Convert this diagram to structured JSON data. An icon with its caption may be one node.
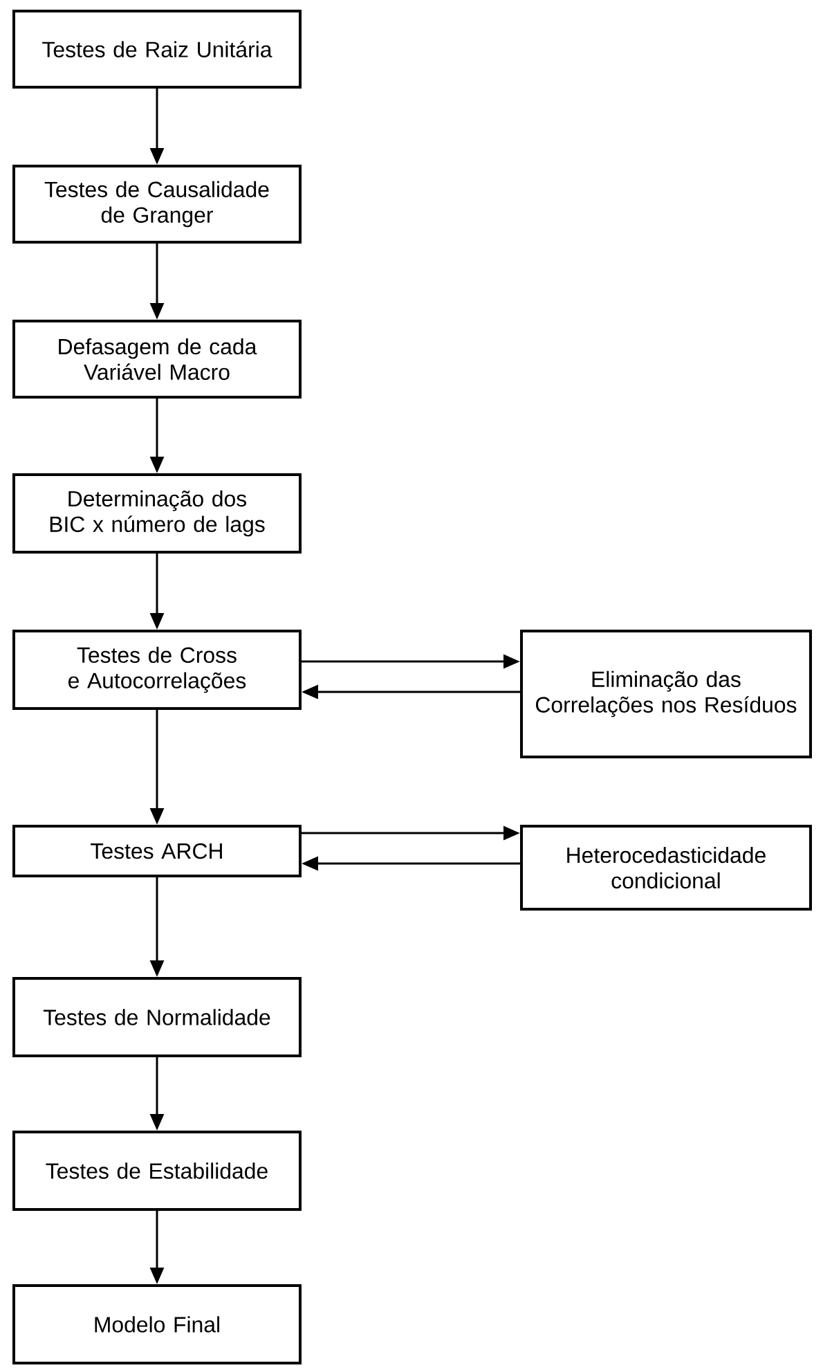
{
  "diagram": {
    "nodes": [
      {
        "text": [
          "Testes de Raiz Unitária"
        ]
      },
      {
        "text": [
          "Testes de Causalidade de Granger"
        ]
      },
      {
        "text": [
          "Defasagem de cada Variável Macro"
        ]
      },
      {
        "text": [
          "Determinação dos BIC x número de lags"
        ]
      },
      {
        "text": [
          "Testes de Cross e Autocorrelações"
        ]
      },
      {
        "text": [
          "Eliminação das Correlações nos Resíduos"
        ]
      },
      {
        "text": [
          "Testes ARCH"
        ]
      },
      {
        "text": [
          "Heterocedasticidade condicional"
        ]
      },
      {
        "text": [
          "Testes de Normalidade"
        ]
      },
      {
        "text": [
          "Testes de Estabilidade"
        ]
      },
      {
        "text": [
          "Modelo Final"
        ]
      }
    ],
    "edges": [
      {
        "from": 0,
        "to": 1,
        "arrow": "to"
      },
      {
        "from": 1,
        "to": 2,
        "arrow": "to"
      },
      {
        "from": 2,
        "to": 3,
        "arrow": "to"
      },
      {
        "from": 3,
        "to": 4,
        "arrow": "to"
      },
      {
        "from": 4,
        "to": 5,
        "arrow": "to"
      },
      {
        "from": 5,
        "to": 4,
        "arrow": "to"
      },
      {
        "from": 4,
        "to": 6,
        "arrow": "to"
      },
      {
        "from": 6,
        "to": 7,
        "arrow": "to"
      },
      {
        "from": 7,
        "to": 6,
        "arrow": "to"
      },
      {
        "from": 6,
        "to": 8,
        "arrow": "to"
      },
      {
        "from": 8,
        "to": 9,
        "arrow": "to"
      },
      {
        "from": 9,
        "to": 10,
        "arrow": "to"
      }
    ]
  }
}
